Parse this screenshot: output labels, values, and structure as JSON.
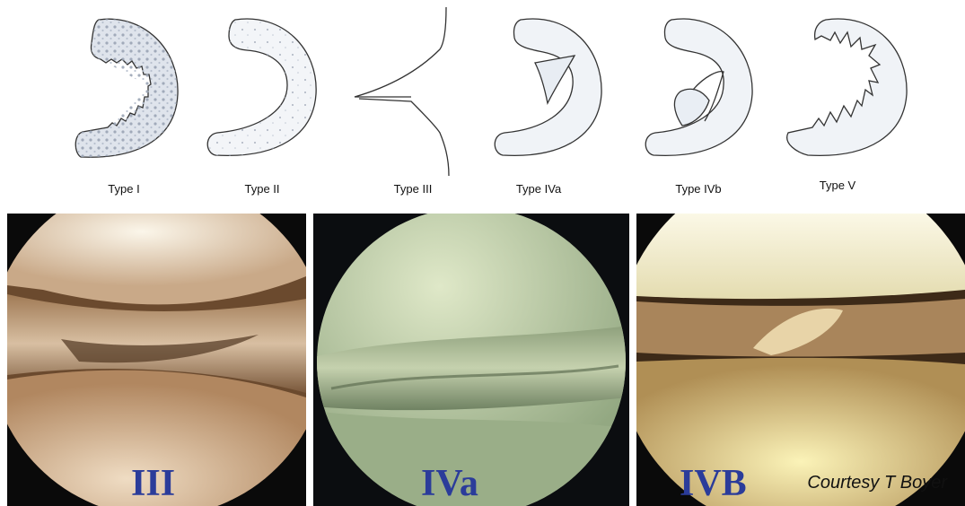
{
  "diagram": {
    "labels": [
      "Type I",
      "Type II",
      "Type III",
      "Type IVa",
      "Type IVb",
      "Type V"
    ]
  },
  "photos": [
    {
      "label": "III"
    },
    {
      "label": "IVa"
    },
    {
      "label": "IVB",
      "credit": "Courtesy T Boyer"
    }
  ],
  "colors": {
    "label_blue": "#2b3c9a",
    "line": "#333333",
    "shading": "#dde3ea"
  }
}
